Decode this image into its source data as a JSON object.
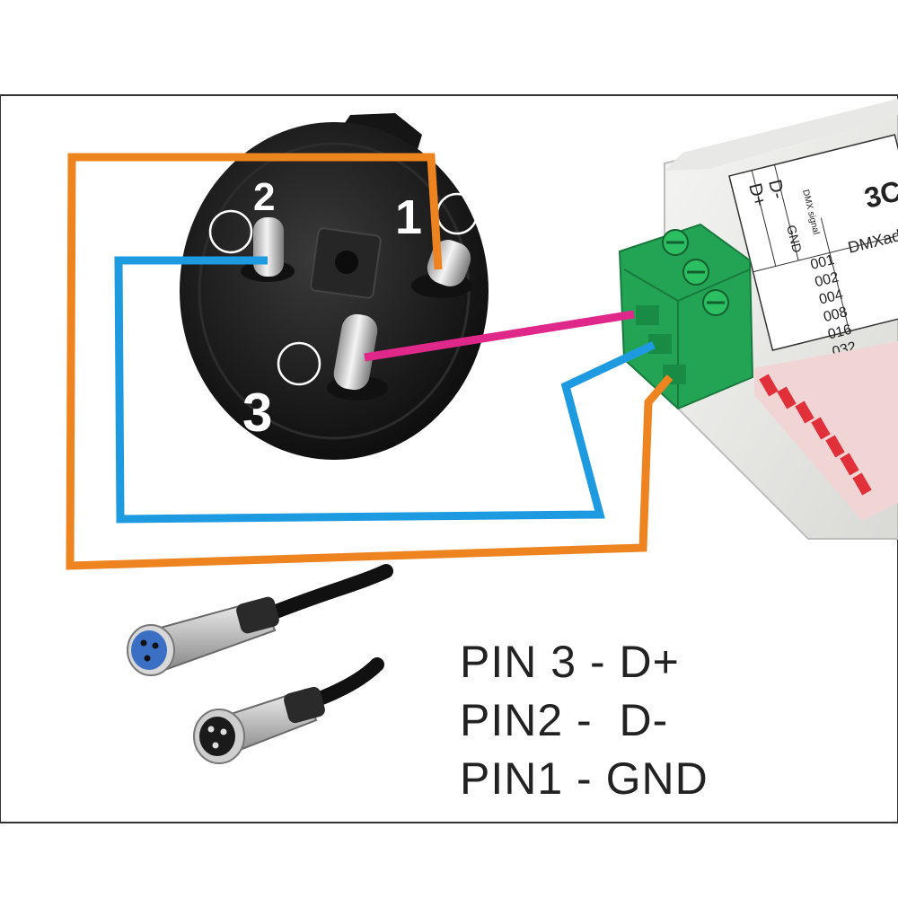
{
  "connector": {
    "pin_labels": {
      "pin1": "1",
      "pin2": "2",
      "pin3": "3"
    }
  },
  "controller": {
    "title_fragment": "3C",
    "terminal_labels": [
      "D+",
      "D-",
      "GND"
    ],
    "signal_label": "DMX signal",
    "address_label": "DMXaddr",
    "address_values": [
      "001",
      "002",
      "004",
      "008",
      "016",
      "032"
    ]
  },
  "wires": {
    "gnd_color": "#ee8420",
    "dminus_color": "#1e9ae0",
    "dplus_color": "#e0288a"
  },
  "legend": {
    "line1": "PIN 3 - D+",
    "line2": "PIN2 -  D-",
    "line3": "PIN1 - GND"
  },
  "colors": {
    "terminal_green": "#23a455",
    "xlr_body": "#1b1b1b",
    "border": "#333333"
  }
}
